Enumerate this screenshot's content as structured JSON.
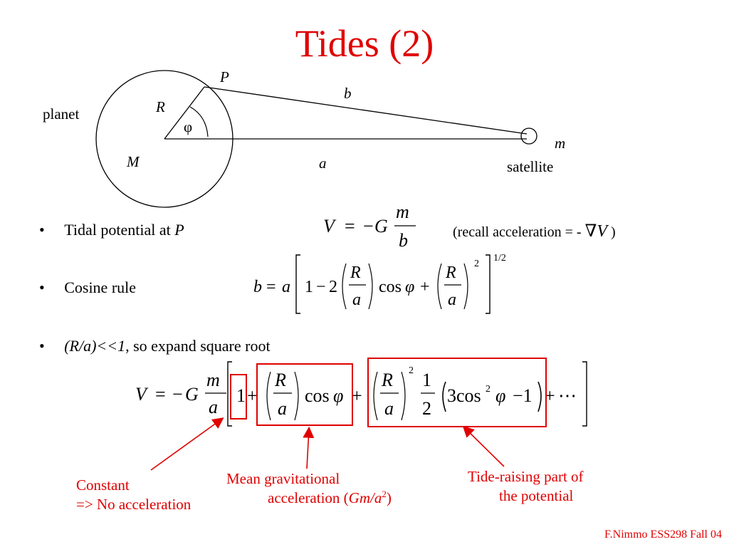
{
  "slide": {
    "title": "Tides (2)",
    "footer": "F.Nimmo ESS298 Fall 04"
  },
  "diagram": {
    "label_P": "P",
    "label_b": "b",
    "label_R": "R",
    "label_phi": "φ",
    "label_planet": "planet",
    "label_M": "M",
    "label_a": "a",
    "label_m": "m",
    "label_satellite": "satellite"
  },
  "bullets": [
    {
      "text": "Tidal potential at ",
      "var": "P"
    },
    {
      "text": "Cosine rule"
    },
    {
      "italic": "(R/a)<<1",
      "text": ", so expand square root"
    }
  ],
  "equations": {
    "recall_note": "(recall acceleration = - ",
    "recall_close": " )",
    "nabla_V": "∇V"
  },
  "annotations": {
    "constant_line1": "Constant",
    "constant_line2": "=> No acceleration",
    "mean_line1": "Mean gravitational",
    "mean_line2_pre": "acceleration (",
    "mean_line2_var": "Gm/a",
    "mean_line2_sup": "2",
    "mean_line2_post": ")",
    "tide_line1": "Tide-raising part of",
    "tide_line2": "the potential"
  },
  "colors": {
    "accent": "#e00000",
    "text": "#000000",
    "background": "#ffffff"
  }
}
